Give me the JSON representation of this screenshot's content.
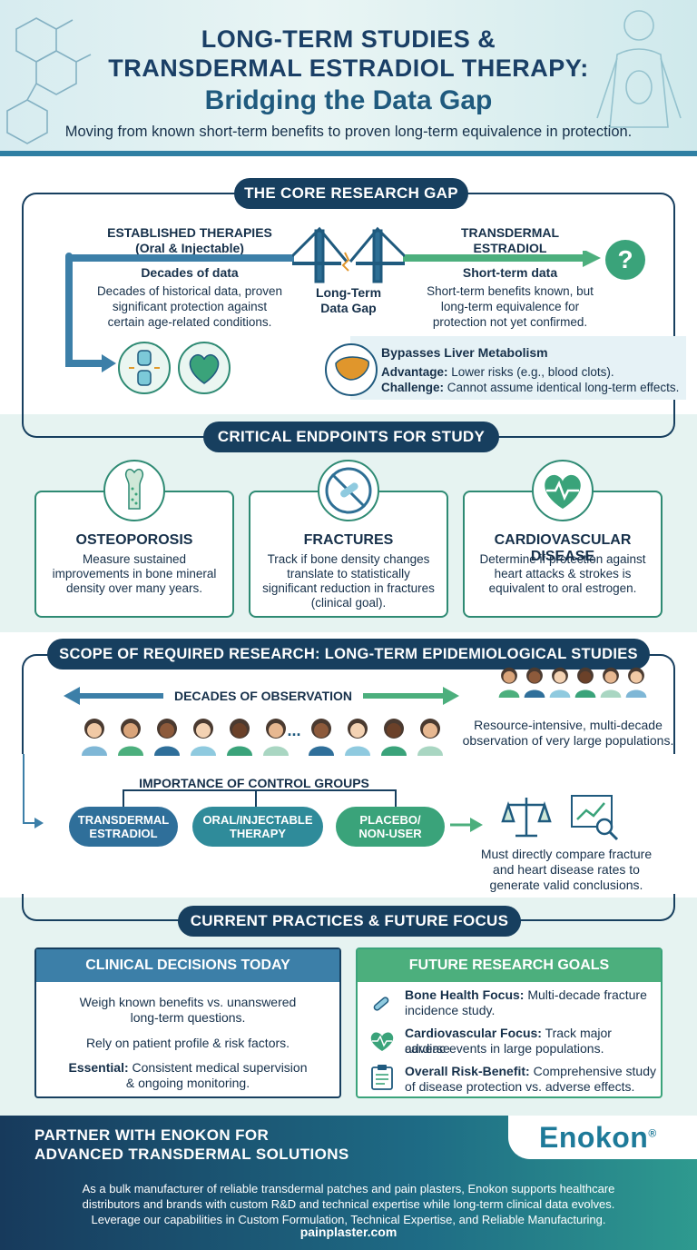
{
  "header": {
    "title_line1": "LONG-TERM STUDIES &",
    "title_line2": "TRANSDERMAL ESTRADIOL THERAPY:",
    "title_line3": "Bridging the Data Gap",
    "subtitle": "Moving from known short-term benefits to proven long-term equivalence in protection."
  },
  "gap": {
    "pill": "THE CORE RESEARCH GAP",
    "established_title_1": "ESTABLISHED THERAPIES",
    "established_title_2": "(Oral & Injectable)",
    "established_sub": "Decades of data",
    "established_body_1": "Decades of historical data, proven",
    "established_body_2": "significant protection against",
    "established_body_3": "certain age-related conditions.",
    "bridge_label_1": "Long-Term",
    "bridge_label_2": "Data Gap",
    "transdermal_title_1": "TRANSDERMAL",
    "transdermal_title_2": "ESTRADIOL",
    "transdermal_sub": "Short-term data",
    "transdermal_body_1": "Short-term benefits known, but",
    "transdermal_body_2": "long-term equivalence for",
    "transdermal_body_3": "protection not yet confirmed.",
    "question_mark": "?",
    "liver_title": "Bypasses Liver Metabolism",
    "advantage_label": "Advantage:",
    "advantage_text": "Lower risks (e.g., blood clots).",
    "challenge_label": "Challenge:",
    "challenge_text": "Cannot assume identical long-term effects.",
    "icons": [
      "bridge-icon",
      "joint-icon",
      "heart-icon",
      "liver-icon"
    ]
  },
  "endpoints": {
    "pill": "CRITICAL ENDPOINTS FOR STUDY",
    "cards": [
      {
        "title": "OSTEOPOROSIS",
        "line1": "Measure sustained",
        "line2": "improvements in bone mineral",
        "line3": "density over many years.",
        "line4": ""
      },
      {
        "title": "FRACTURES",
        "line1": "Track if bone density changes",
        "line2": "translate to statistically",
        "line3": "significant reduction in fractures",
        "line4": "(clinical goal)."
      },
      {
        "title": "CARDIOVASCULAR DISEASE",
        "line1": "Determine if protection against",
        "line2": "heart attacks & strokes is",
        "line3": "equivalent to oral estrogen.",
        "line4": ""
      }
    ]
  },
  "scope": {
    "pill": "SCOPE OF REQUIRED RESEARCH: LONG-TERM EPIDEMIOLOGICAL STUDIES",
    "decades": "DECADES OF OBSERVATION",
    "ellipsis": "...",
    "population_1": "Resource-intensive, multi-decade",
    "population_2": "observation of very large populations.",
    "control_title": "IMPORTANCE OF CONTROL GROUPS",
    "groups": [
      {
        "line1": "TRANSDERMAL",
        "line2": "ESTRADIOL"
      },
      {
        "line1": "ORAL/INJECTABLE",
        "line2": "THERAPY"
      },
      {
        "line1": "PLACEBO/",
        "line2": "NON-USER"
      }
    ],
    "compare_1": "Must directly compare fracture",
    "compare_2": "and heart disease rates to",
    "compare_3": "generate valid conclusions."
  },
  "practice": {
    "pill": "CURRENT PRACTICES & FUTURE FOCUS",
    "clinical_head": "CLINICAL DECISIONS TODAY",
    "clinical_1a": "Weigh known benefits vs. unanswered",
    "clinical_1b": "long-term questions.",
    "clinical_2": "Rely on patient profile & risk factors.",
    "clinical_3_label": "Essential:",
    "clinical_3a": "Consistent medical supervision",
    "clinical_3b": "& ongoing monitoring.",
    "future_head": "FUTURE RESEARCH GOALS",
    "future": [
      {
        "label": "Bone Health Focus:",
        "text_a": "Multi-decade fracture",
        "text_b": "incidence study."
      },
      {
        "label": "Cardiovascular Focus:",
        "text_a": "Track major adverse",
        "text_b": "cardiac events in large populations."
      },
      {
        "label": "Overall Risk-Benefit:",
        "text_a": "Comprehensive study",
        "text_b": "of disease protection vs. adverse effects."
      }
    ]
  },
  "footer": {
    "title_1": "PARTNER WITH ENOKON FOR",
    "title_2": "ADVANCED TRANSDERMAL SOLUTIONS",
    "body_1": "As a bulk manufacturer of reliable transdermal patches and pain plasters, Enokon supports healthcare",
    "body_2": "distributors and brands with custom R&D and technical expertise while long-term clinical data evolves.",
    "body_3": "Leverage our capabilities in Custom Formulation, Technical Expertise, and Reliable Manufacturing.",
    "url": "painplaster.com",
    "logo": "Enokon",
    "logo_mark": "®"
  },
  "colors": {
    "navy": "#173f5f",
    "teal": "#2e8a73",
    "blue": "#2f7fa3",
    "green": "#4caf7d"
  }
}
